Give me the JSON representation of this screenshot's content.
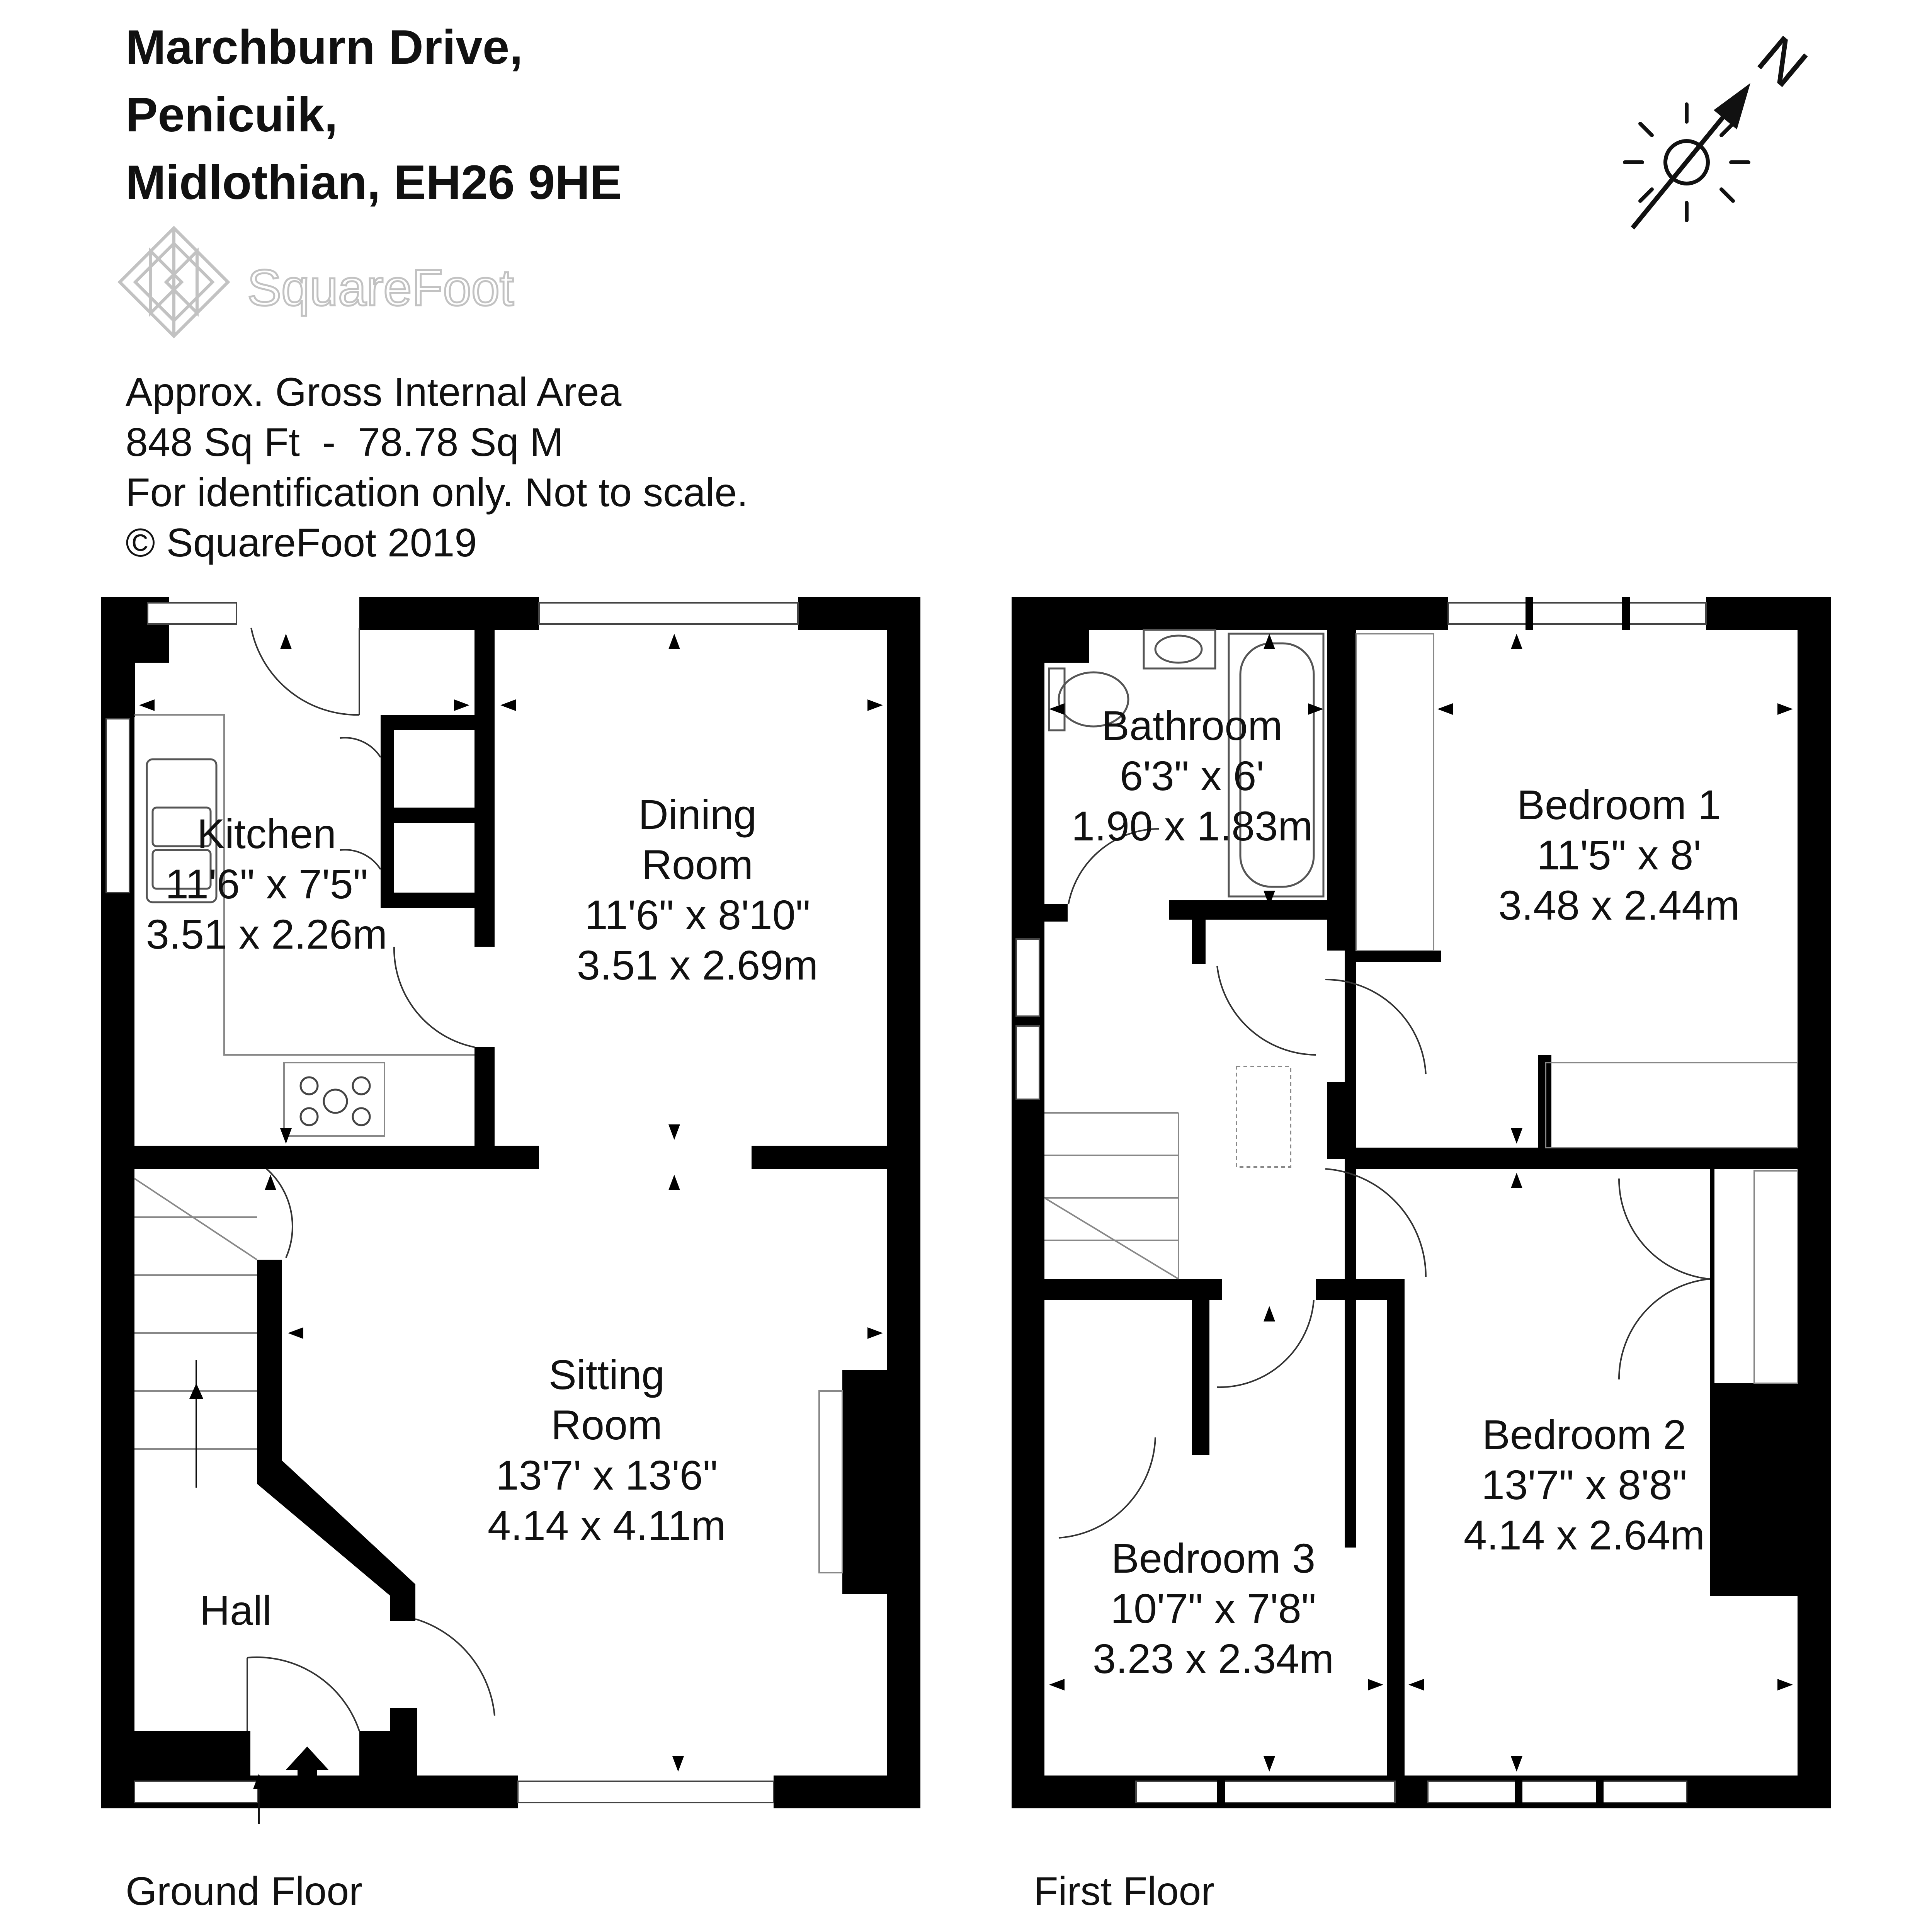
{
  "address": {
    "line1": "Marchburn Drive,",
    "line2": "Penicuik,",
    "line3": "Midlothian, EH26 9HE"
  },
  "logo": {
    "name": "SquareFoot"
  },
  "info": {
    "area_label": "Approx. Gross Internal Area",
    "area_value": "848 Sq Ft  -  78.78 Sq M",
    "disclaimer": "For identification only. Not to scale.",
    "copyright": "© SquareFoot 2019"
  },
  "compass": {
    "north_label": "N"
  },
  "floors": {
    "ground": {
      "label": "Ground Floor",
      "rooms": {
        "kitchen": {
          "name": "Kitchen",
          "imperial": "11'6\" x 7'5\"",
          "metric": "3.51 x 2.26m"
        },
        "dining": {
          "name1": "Dining",
          "name2": "Room",
          "imperial": "11'6\" x 8'10\"",
          "metric": "3.51 x 2.69m"
        },
        "sitting": {
          "name1": "Sitting",
          "name2": "Room",
          "imperial": "13'7' x 13'6\"",
          "metric": "4.14 x 4.11m"
        },
        "hall": {
          "name": "Hall"
        }
      }
    },
    "first": {
      "label": "First Floor",
      "rooms": {
        "bathroom": {
          "name": "Bathroom",
          "imperial": "6'3\" x 6'",
          "metric": "1.90 x 1.83m"
        },
        "bedroom1": {
          "name": "Bedroom 1",
          "imperial": "11'5\" x 8'",
          "metric": "3.48 x 2.44m"
        },
        "bedroom2": {
          "name": "Bedroom 2",
          "imperial": "13'7\" x 8'8\"",
          "metric": "4.14 x 2.64m"
        },
        "bedroom3": {
          "name": "Bedroom 3",
          "imperial": "10'7\" x 7'8\"",
          "metric": "3.23 x 2.34m"
        }
      }
    }
  }
}
